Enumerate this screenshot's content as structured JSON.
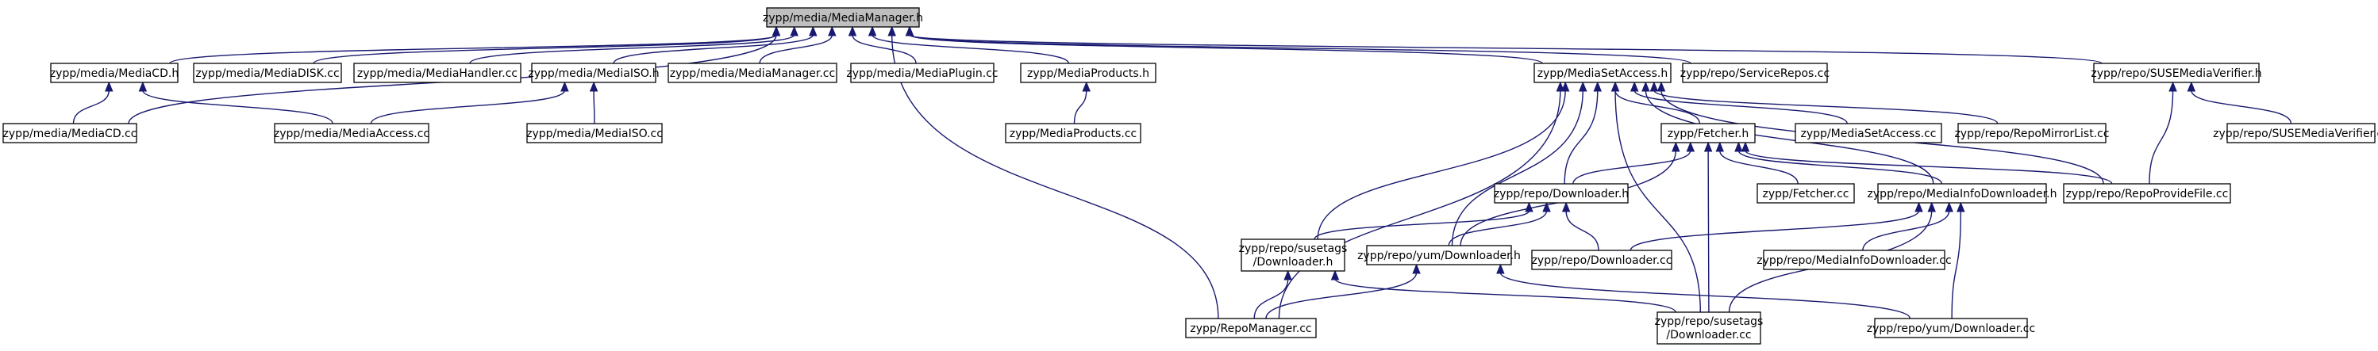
{
  "graph": {
    "root": "zypp/media/MediaManager.h",
    "nodes": {
      "MediaManager_h": "zypp/media/MediaManager.h",
      "MediaCD_h": "zypp/media/MediaCD.h",
      "MediaDISK_cc": "zypp/media/MediaDISK.cc",
      "MediaHandler_cc": "zypp/media/MediaHandler.cc",
      "MediaISO_h": "zypp/media/MediaISO.h",
      "MediaManager_cc": "zypp/media/MediaManager.cc",
      "MediaPlugin_cc": "zypp/media/MediaPlugin.cc",
      "MediaProducts_h": "zypp/MediaProducts.h",
      "MediaSetAccess_h": "zypp/MediaSetAccess.h",
      "ServiceRepos_cc": "zypp/repo/ServiceRepos.cc",
      "SUSEMediaVerifier_h": "zypp/repo/SUSEMediaVerifier.h",
      "MediaCD_cc": "zypp/media/MediaCD.cc",
      "MediaAccess_cc": "zypp/media/MediaAccess.cc",
      "MediaISO_cc": "zypp/media/MediaISO.cc",
      "MediaProducts_cc": "zypp/MediaProducts.cc",
      "Fetcher_h": "zypp/Fetcher.h",
      "MediaSetAccess_cc": "zypp/MediaSetAccess.cc",
      "RepoMirrorList_cc": "zypp/repo/RepoMirrorList.cc",
      "SUSEMediaVerifier_cc": "zypp/repo/SUSEMediaVerifier.cc",
      "repo_Downloader_h": "zypp/repo/Downloader.h",
      "Fetcher_cc": "zypp/Fetcher.cc",
      "MediaInfoDownloader_h": "zypp/repo/MediaInfoDownloader.h",
      "RepoProvideFile_cc": "zypp/repo/RepoProvideFile.cc",
      "susetags_Downloader_h": [
        "zypp/repo/susetags",
        "/Downloader.h"
      ],
      "yum_Downloader_h": "zypp/repo/yum/Downloader.h",
      "repo_Downloader_cc": "zypp/repo/Downloader.cc",
      "MediaInfoDownloader_cc": "zypp/repo/MediaInfoDownloader.cc",
      "RepoManager_cc": "zypp/RepoManager.cc",
      "susetags_Downloader_cc": [
        "zypp/repo/susetags",
        "/Downloader.cc"
      ],
      "yum_Downloader_cc": "zypp/repo/yum/Downloader.cc"
    },
    "edges": [
      [
        "MediaCD_h",
        "MediaManager_h"
      ],
      [
        "MediaDISK_cc",
        "MediaManager_h"
      ],
      [
        "MediaHandler_cc",
        "MediaManager_h"
      ],
      [
        "MediaISO_h",
        "MediaManager_h"
      ],
      [
        "MediaManager_cc",
        "MediaManager_h"
      ],
      [
        "MediaPlugin_cc",
        "MediaManager_h"
      ],
      [
        "MediaProducts_h",
        "MediaManager_h"
      ],
      [
        "MediaSetAccess_h",
        "MediaManager_h"
      ],
      [
        "ServiceRepos_cc",
        "MediaManager_h"
      ],
      [
        "SUSEMediaVerifier_h",
        "MediaManager_h"
      ],
      [
        "MediaCD_cc",
        "MediaManager_h"
      ],
      [
        "RepoManager_cc",
        "MediaManager_h"
      ],
      [
        "MediaCD_cc",
        "MediaCD_h"
      ],
      [
        "MediaAccess_cc",
        "MediaCD_h"
      ],
      [
        "MediaAccess_cc",
        "MediaISO_h"
      ],
      [
        "MediaISO_cc",
        "MediaISO_h"
      ],
      [
        "MediaProducts_cc",
        "MediaProducts_h"
      ],
      [
        "Fetcher_h",
        "MediaSetAccess_h"
      ],
      [
        "MediaSetAccess_cc",
        "MediaSetAccess_h"
      ],
      [
        "RepoMirrorList_cc",
        "MediaSetAccess_h"
      ],
      [
        "repo_Downloader_h",
        "MediaSetAccess_h"
      ],
      [
        "MediaInfoDownloader_h",
        "MediaSetAccess_h"
      ],
      [
        "RepoProvideFile_cc",
        "MediaSetAccess_h"
      ],
      [
        "susetags_Downloader_h",
        "MediaSetAccess_h"
      ],
      [
        "yum_Downloader_h",
        "MediaSetAccess_h"
      ],
      [
        "RepoManager_cc",
        "MediaSetAccess_h"
      ],
      [
        "susetags_Downloader_cc",
        "MediaSetAccess_h"
      ],
      [
        "SUSEMediaVerifier_cc",
        "SUSEMediaVerifier_h"
      ],
      [
        "RepoProvideFile_cc",
        "SUSEMediaVerifier_h"
      ],
      [
        "repo_Downloader_h",
        "Fetcher_h"
      ],
      [
        "Fetcher_cc",
        "Fetcher_h"
      ],
      [
        "MediaInfoDownloader_h",
        "Fetcher_h"
      ],
      [
        "RepoProvideFile_cc",
        "Fetcher_h"
      ],
      [
        "yum_Downloader_h",
        "Fetcher_h"
      ],
      [
        "susetags_Downloader_cc",
        "Fetcher_h"
      ],
      [
        "susetags_Downloader_h",
        "repo_Downloader_h"
      ],
      [
        "yum_Downloader_h",
        "repo_Downloader_h"
      ],
      [
        "repo_Downloader_cc",
        "repo_Downloader_h"
      ],
      [
        "repo_Downloader_cc",
        "MediaInfoDownloader_h"
      ],
      [
        "MediaInfoDownloader_cc",
        "MediaInfoDownloader_h"
      ],
      [
        "susetags_Downloader_cc",
        "MediaInfoDownloader_h"
      ],
      [
        "yum_Downloader_cc",
        "MediaInfoDownloader_h"
      ],
      [
        "RepoManager_cc",
        "susetags_Downloader_h"
      ],
      [
        "susetags_Downloader_cc",
        "susetags_Downloader_h"
      ],
      [
        "RepoManager_cc",
        "yum_Downloader_h"
      ],
      [
        "yum_Downloader_cc",
        "yum_Downloader_h"
      ]
    ]
  },
  "colors": {
    "edge": "#191970",
    "root_fill": "#bfbfbf",
    "node_fill": "#ffffff",
    "node_stroke": "#000000"
  }
}
